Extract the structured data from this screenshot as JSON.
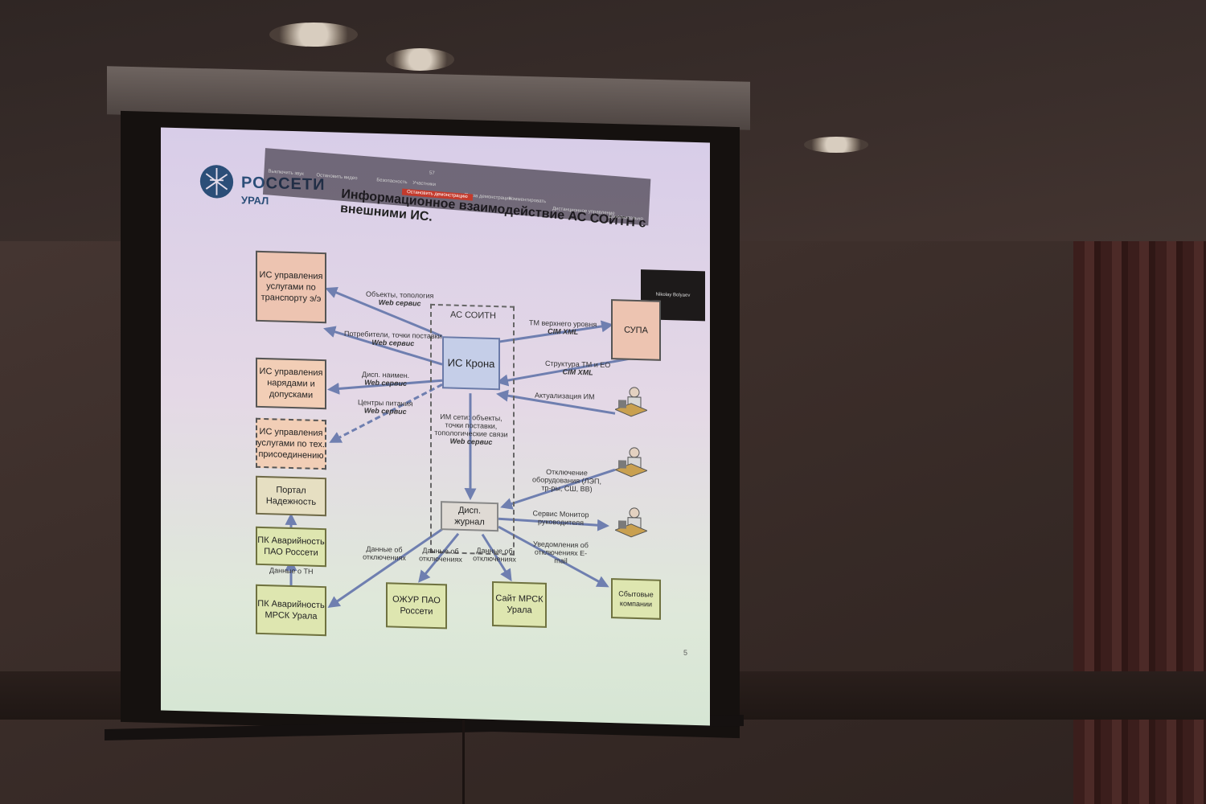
{
  "zoom_toolbar": {
    "buttons": [
      "Выключить звук",
      "Остановить видео",
      "Безопасность",
      "Участники",
      "Пауза демонстрации",
      "Комментировать",
      "Дистанционное управление",
      "Дополнительно"
    ],
    "participants_count": "57",
    "stop_label": "Остановить демонстрацию"
  },
  "webcam": {
    "name": "Nikolay Bolyaev"
  },
  "slide": {
    "brand": "РОССЕТИ",
    "brand_sub": "УРАЛ",
    "title": "Информационное взаимодействие АС СОИТН с внешними ИС.",
    "page_number": "5",
    "boxes": {
      "is_transport": "ИС управления услугами по транспорту э/э",
      "is_naryad": "ИС управления нарядами и допусками",
      "is_teh": "ИС управления услугами по тех. присоединению",
      "portal": "Портал Надежность",
      "pk_rosseti": "ПК Аварийность ПАО Россети",
      "pk_mrsk": "ПК Аварийность МРСК Урала",
      "as_soitn": "АС СОИТН",
      "is_krona": "ИС Крона",
      "disp_journal": "Дисп. журнал",
      "supa": "СУПА",
      "ojur": "ОЖУР ПАО Россети",
      "site_mrsk": "Сайт МРСК Урала",
      "sbyt": "Сбытовые компании"
    },
    "labels": {
      "objects": "Объекты, топология",
      "web1": "Web сервис",
      "consumers": "Потребители, точки поставки",
      "web2": "Web сервис",
      "disp_naim": "Дисп. наимен.",
      "web3": "Web сервис",
      "centers": "Центры питания",
      "web4": "Web сервис",
      "tm_upper": "ТМ верхнего уровня",
      "cim1": "CIM XML",
      "struct_tm": "Структура ТМ и ЕО",
      "cim2": "CIM XML",
      "actual": "Актуализация ИМ",
      "im_set": "ИМ сети: объекты, точки поставки, топологические связи",
      "web5": "Web сервис",
      "otkl": "Отключение оборудования (ЛЭП, тр-ры, СШ, ВВ)",
      "service": "Сервис Монитор руководителя",
      "notify": "Уведомления об отключениях E-mail",
      "data_tn": "Данные о ТН",
      "data_otkl1": "Данные об отключениях",
      "data_otkl2": "Данные об отключениях",
      "data_otkl3": "Данные об отключениях"
    }
  }
}
